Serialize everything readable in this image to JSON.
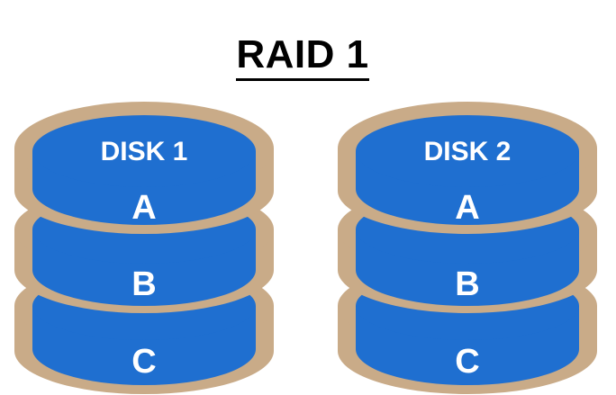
{
  "title": "RAID 1",
  "colors": {
    "platter": "#1f6fd0",
    "rim": "#c9ab88",
    "text": "#ffffff",
    "title": "#000000"
  },
  "disks": [
    {
      "label": "DISK 1",
      "blocks": [
        "A",
        "B",
        "C"
      ]
    },
    {
      "label": "DISK 2",
      "blocks": [
        "A",
        "B",
        "C"
      ]
    }
  ]
}
